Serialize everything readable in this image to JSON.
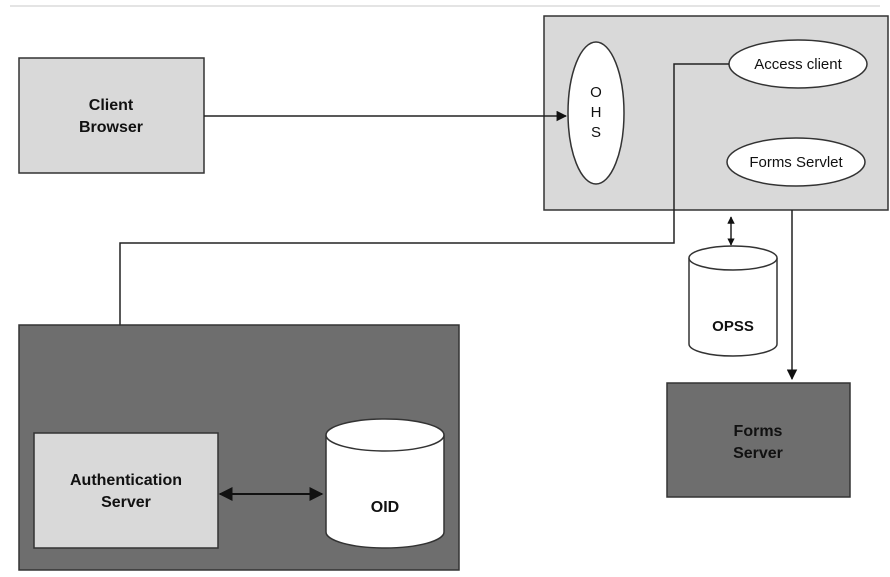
{
  "diagram": {
    "client_browser": {
      "line1": "Client",
      "line2": "Browser"
    },
    "ohs": {
      "letters": [
        "O",
        "H",
        "S"
      ]
    },
    "access_client": {
      "label": "Access client"
    },
    "forms_servlet": {
      "label": "Forms Servlet"
    },
    "opss": {
      "label": "OPSS"
    },
    "forms_server": {
      "line1": "Forms",
      "line2": "Server"
    },
    "authentication_server": {
      "line1": "Authentication",
      "line2": "Server"
    },
    "oid": {
      "label": "OID"
    },
    "colors": {
      "light_box": "#d9d9d9",
      "dark_box": "#6e6e6e",
      "cylinder": "#ffffff",
      "line": "#222222"
    }
  }
}
